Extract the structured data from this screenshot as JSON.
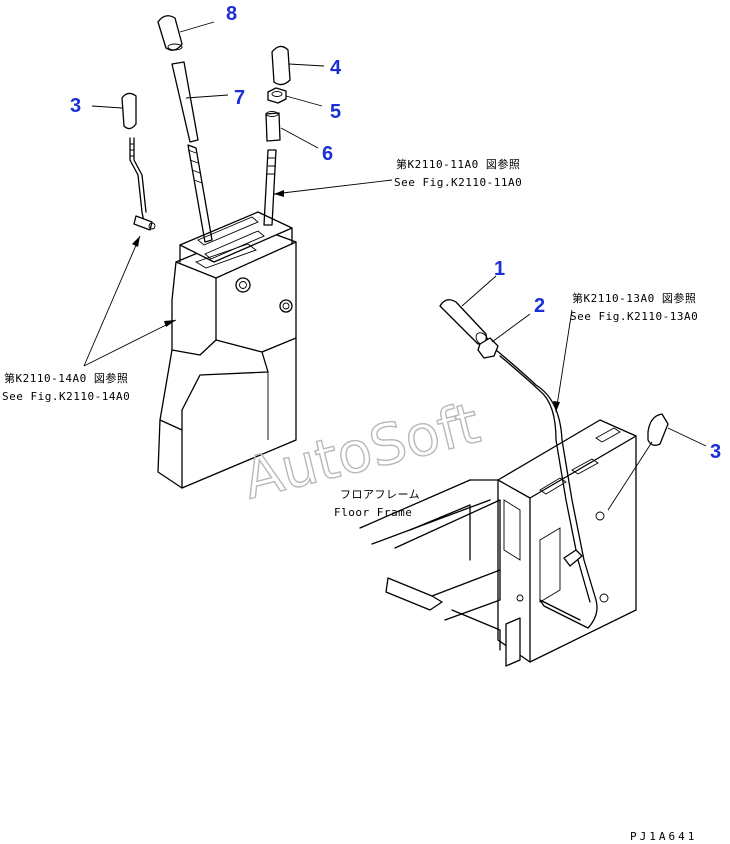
{
  "part_numbers": {
    "p1": "1",
    "p2": "2",
    "p3_left": "3",
    "p3_right": "3",
    "p4": "4",
    "p5": "5",
    "p6": "6",
    "p7": "7",
    "p8": "8"
  },
  "references": {
    "ref_11a0_jp": "第K2110-11A0 図参照",
    "ref_11a0_en": "See Fig.K2110-11A0",
    "ref_13a0_jp": "第K2110-13A0 図参照",
    "ref_13a0_en": "See Fig.K2110-13A0",
    "ref_14a0_jp": "第K2110-14A0 図参照",
    "ref_14a0_en": "See Fig.K2110-14A0",
    "floor_frame_jp": "フロアフレーム",
    "floor_frame_en": "Floor Frame"
  },
  "watermark": "AutoSoft",
  "drawing_code": "PJ1A641",
  "colors": {
    "part_number": "#1a2fd6",
    "watermark": "#b8b8b8",
    "line": "#000000"
  }
}
